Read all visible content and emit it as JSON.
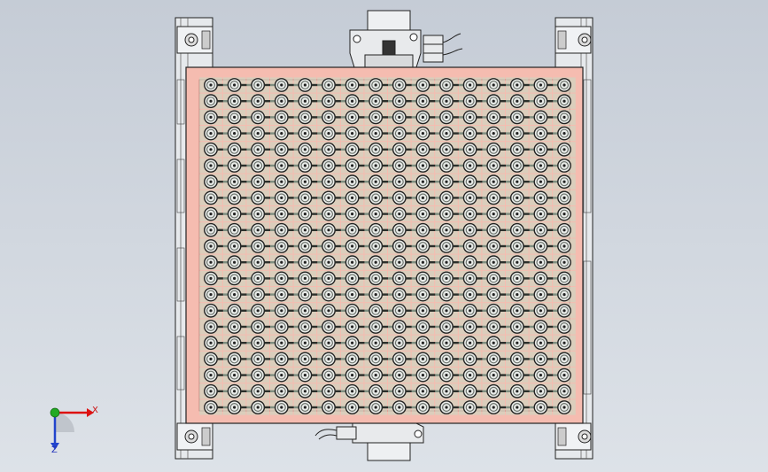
{
  "triad": {
    "x_label": "X",
    "y_label": "",
    "z_label": "Z"
  },
  "colors": {
    "plate": "#f5bcb0",
    "frame": "#e4e7ea",
    "outline": "#222222",
    "socket_ring": "#6f756f",
    "socket_fill": "#c5dcc7",
    "axis_x": "#dd1111",
    "axis_y": "#22aa22",
    "axis_z": "#2244cc"
  },
  "grid": {
    "rows": 21,
    "cols": 16
  },
  "icons": {
    "triad": "coordinate-triad-icon"
  }
}
